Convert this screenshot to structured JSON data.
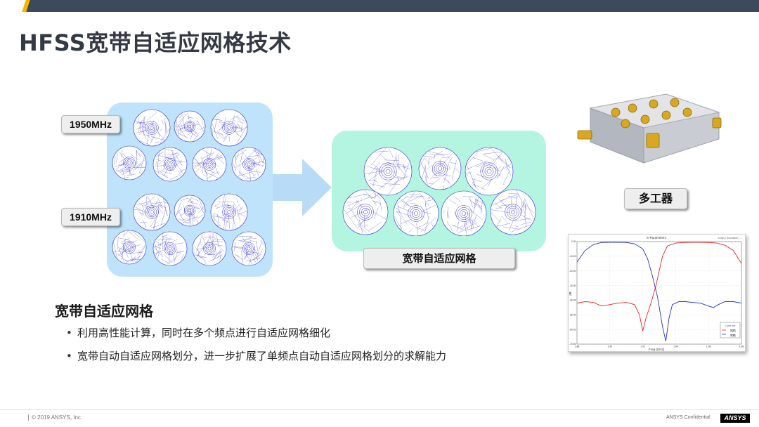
{
  "slide": {
    "title": "HFSS宽带自适应网格技术",
    "tag_1950": "1950MHz",
    "tag_1910": "1910MHz",
    "tag_mid": "宽带自适应网格",
    "tag_device": "多工器",
    "section_title": "宽带自适应网格",
    "bullets": [
      "利用高性能计算，同时在多个频点进行自适应网格细化",
      "宽带自动自适应网格划分，进一步扩展了单频点自动自适应网格划分的求解能力"
    ]
  },
  "plot": {
    "title": "S-Parameters",
    "corner_label": "Ansys | Simulation | ...",
    "xlabel": "Freq [GHz]",
    "ylabel": "dB",
    "legend": [
      "S21",
      "S31"
    ],
    "legend_header": "Curve Info"
  },
  "chart_data": {
    "type": "line",
    "title": "S-Parameters",
    "xlabel": "Freq [GHz]",
    "ylabel": "dB",
    "xlim": [
      1.88,
      1.98
    ],
    "ylim": [
      -70,
      0
    ],
    "xticks": [
      "1.88",
      "1.90",
      "1.92",
      "1.94",
      "1.96",
      "1.98"
    ],
    "yticks": [
      "0.00",
      "-10.00",
      "-20.00",
      "-30.00",
      "-40.00",
      "-50.00",
      "-60.00",
      "-70.00"
    ],
    "legend_position": "bottom-right",
    "series": [
      {
        "name": "S21",
        "color": "#e8242a",
        "x": [
          1.88,
          1.885,
          1.89,
          1.895,
          1.9,
          1.905,
          1.91,
          1.915,
          1.918,
          1.92,
          1.922,
          1.925,
          1.928,
          1.93,
          1.932,
          1.935,
          1.94,
          1.945,
          1.95,
          1.955,
          1.96,
          1.965,
          1.97,
          1.975,
          1.98
        ],
        "y": [
          -42,
          -41,
          -41.5,
          -44,
          -43,
          -42,
          -41.5,
          -43,
          -50,
          -61,
          -52,
          -42,
          -30,
          -20,
          -10,
          -3,
          -1,
          -0.6,
          -0.5,
          -0.5,
          -0.6,
          -1,
          -2.5,
          -6,
          -15
        ]
      },
      {
        "name": "S31",
        "color": "#2232c8",
        "x": [
          1.88,
          1.885,
          1.89,
          1.895,
          1.9,
          1.905,
          1.91,
          1.915,
          1.92,
          1.923,
          1.926,
          1.929,
          1.932,
          1.934,
          1.936,
          1.938,
          1.942,
          1.946,
          1.95,
          1.955,
          1.96,
          1.963,
          1.966,
          1.97,
          1.975,
          1.98
        ],
        "y": [
          -14,
          -6,
          -2,
          -0.6,
          -0.5,
          -0.5,
          -0.6,
          -1.5,
          -5,
          -12,
          -24,
          -38,
          -58,
          -68,
          -52,
          -43,
          -41,
          -41,
          -41.5,
          -42,
          -44,
          -45,
          -43,
          -41,
          -41,
          -42
        ]
      }
    ]
  },
  "colors": {
    "topbar": "#3d4a5c",
    "accent": "#f5b400",
    "panel_left": "#bfe3fb",
    "panel_mid": "#b3f5e0",
    "mesh": "#2a2ad0"
  },
  "footer": {
    "copyright": "© 2019 ANSYS, Inc.",
    "confidential": "ANSYS Confidential",
    "logo": "ANSYS"
  }
}
